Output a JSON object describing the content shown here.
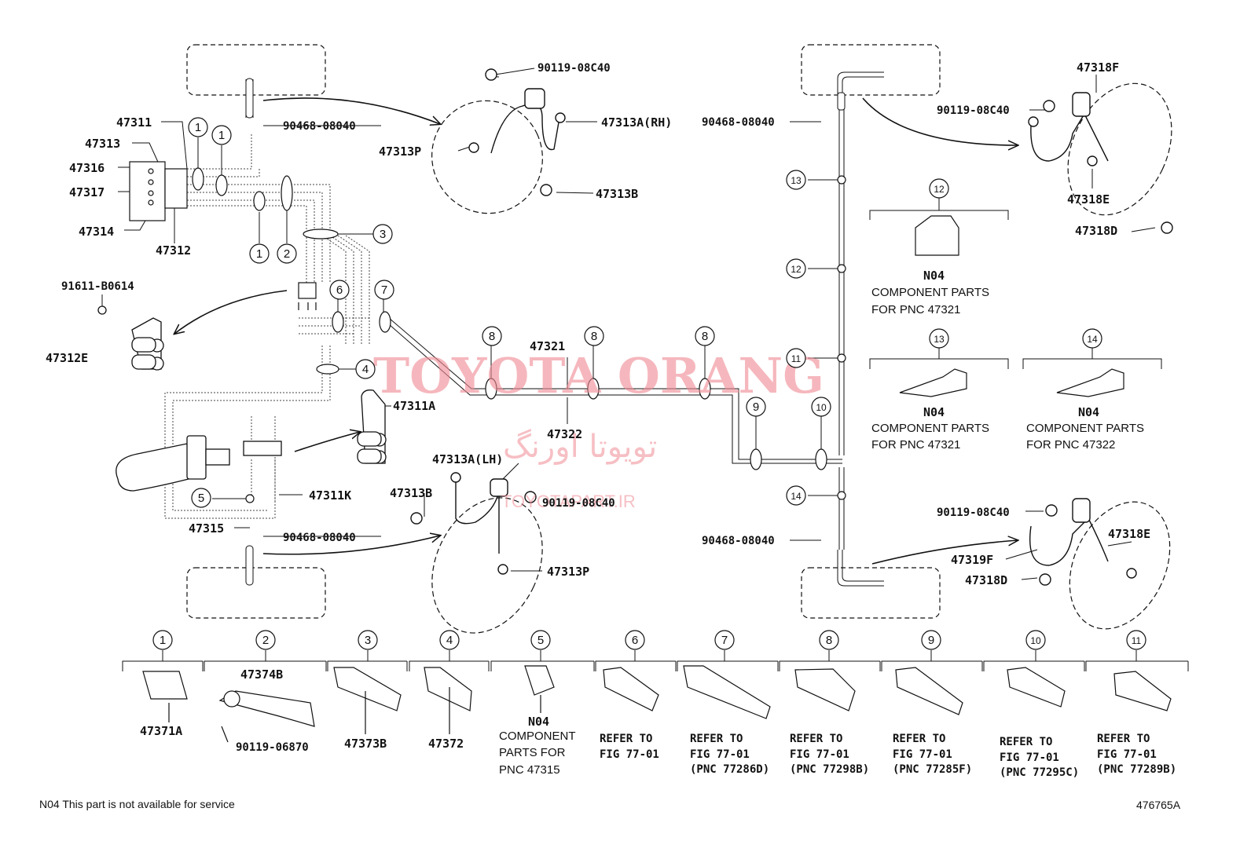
{
  "diagram": {
    "part_labels": {
      "p47311": "47311",
      "p47313": "47313",
      "p47316": "47316",
      "p47317": "47317",
      "p47314": "47314",
      "p47312": "47312",
      "p91611": "91611-B0614",
      "p47312E": "47312E",
      "p47311A": "47311A",
      "p47311K": "47311K",
      "p47315": "47315",
      "p90468_tl": "90468-08040",
      "p90468_bl": "90468-08040",
      "p90468_tr": "90468-08040",
      "p90468_br": "90468-08040",
      "p90119_tl": "90119-08C40",
      "p90119_ml": "90119-08C40",
      "p90119_tr": "90119-08C40",
      "p90119_br": "90119-08C40",
      "p47313A_RH": "47313A(RH)",
      "p47313P_top": "47313P",
      "p47313B_top": "47313B",
      "p47313A_LH": "47313A(LH)",
      "p47313B_bot": "47313B",
      "p47313P_bot": "47313P",
      "p47321": "47321",
      "p47322": "47322",
      "p47318F": "47318F",
      "p47318E_top": "47318E",
      "p47318D_top": "47318D",
      "p47318E_bot": "47318E",
      "p47319F": "47319F",
      "p47318D_bot": "47318D",
      "p47371A": "47371A",
      "p47374B": "47374B",
      "p90119_06870": "90119-06870",
      "p47373B": "47373B",
      "p47372": "47372"
    },
    "callouts": [
      "1",
      "2",
      "3",
      "4",
      "5",
      "6",
      "7",
      "8",
      "9",
      "10",
      "11",
      "12",
      "13",
      "14"
    ],
    "n04_blocks": {
      "c12": {
        "code": "N04",
        "line1": "COMPONENT PARTS",
        "line2": "FOR PNC 47321"
      },
      "c13": {
        "code": "N04",
        "line1": "COMPONENT PARTS",
        "line2": "FOR PNC 47321"
      },
      "c14": {
        "code": "N04",
        "line1": "COMPONENT PARTS",
        "line2": "FOR PNC 47322"
      },
      "c5": {
        "code": "N04",
        "line1": "COMPONENT",
        "line2": "PARTS FOR",
        "line3": "PNC 47315"
      }
    },
    "refer_blocks": {
      "c6": {
        "line1": "REFER TO",
        "line2": "FIG 77-01"
      },
      "c7": {
        "line1": "REFER TO",
        "line2": "FIG 77-01",
        "line3": "(PNC 77286D)"
      },
      "c8": {
        "line1": "REFER TO",
        "line2": "FIG 77-01",
        "line3": "(PNC 77298B)"
      },
      "c9": {
        "line1": "REFER TO",
        "line2": "FIG 77-01",
        "line3": "(PNC 77285F)"
      },
      "c10": {
        "line1": "REFER TO",
        "line2": "FIG 77-01",
        "line3": "(PNC 77295C)"
      },
      "c11": {
        "line1": "REFER TO",
        "line2": "FIG 77-01",
        "line3": "(PNC 77289B)"
      }
    },
    "watermark": {
      "brand": "TOYOTA ORANG",
      "persian": "تویوتا اورنگ",
      "url": "TOYOTAPART.IR"
    },
    "footer": {
      "note": "N04 This part is not available for service",
      "figure_number": "476765A"
    }
  },
  "colors": {
    "line": "#111111",
    "watermark": "#f08c95"
  }
}
